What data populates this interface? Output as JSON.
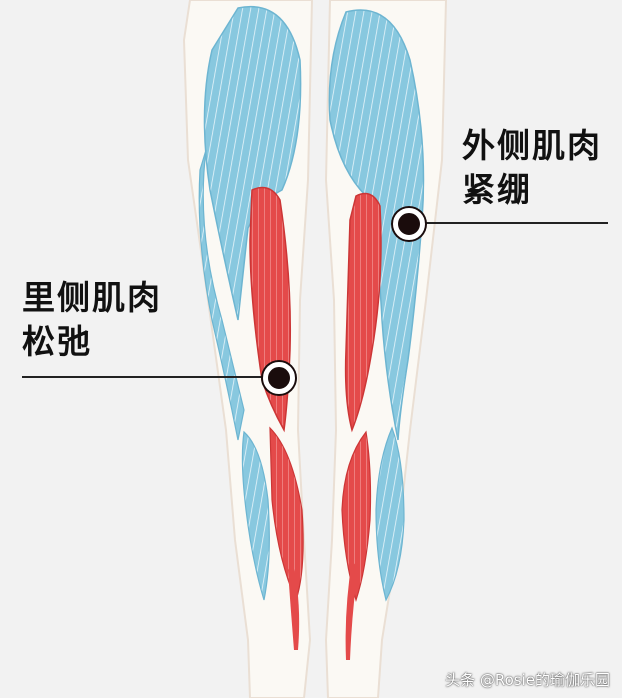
{
  "labels": {
    "outer_line1": "外侧肌肉",
    "outer_line2": "紧绷",
    "inner_line1": "里侧肌肉",
    "inner_line2": "松弛"
  },
  "watermark": "头条 @Rosie的瑜伽乐园",
  "colors": {
    "background": "#f2f2f2",
    "leg_outline": "#fdfbf7",
    "tight_muscle": "#82c4dc",
    "relaxed_muscle": "#e54848",
    "marker": "#1a0c0c",
    "text": "#111111"
  }
}
